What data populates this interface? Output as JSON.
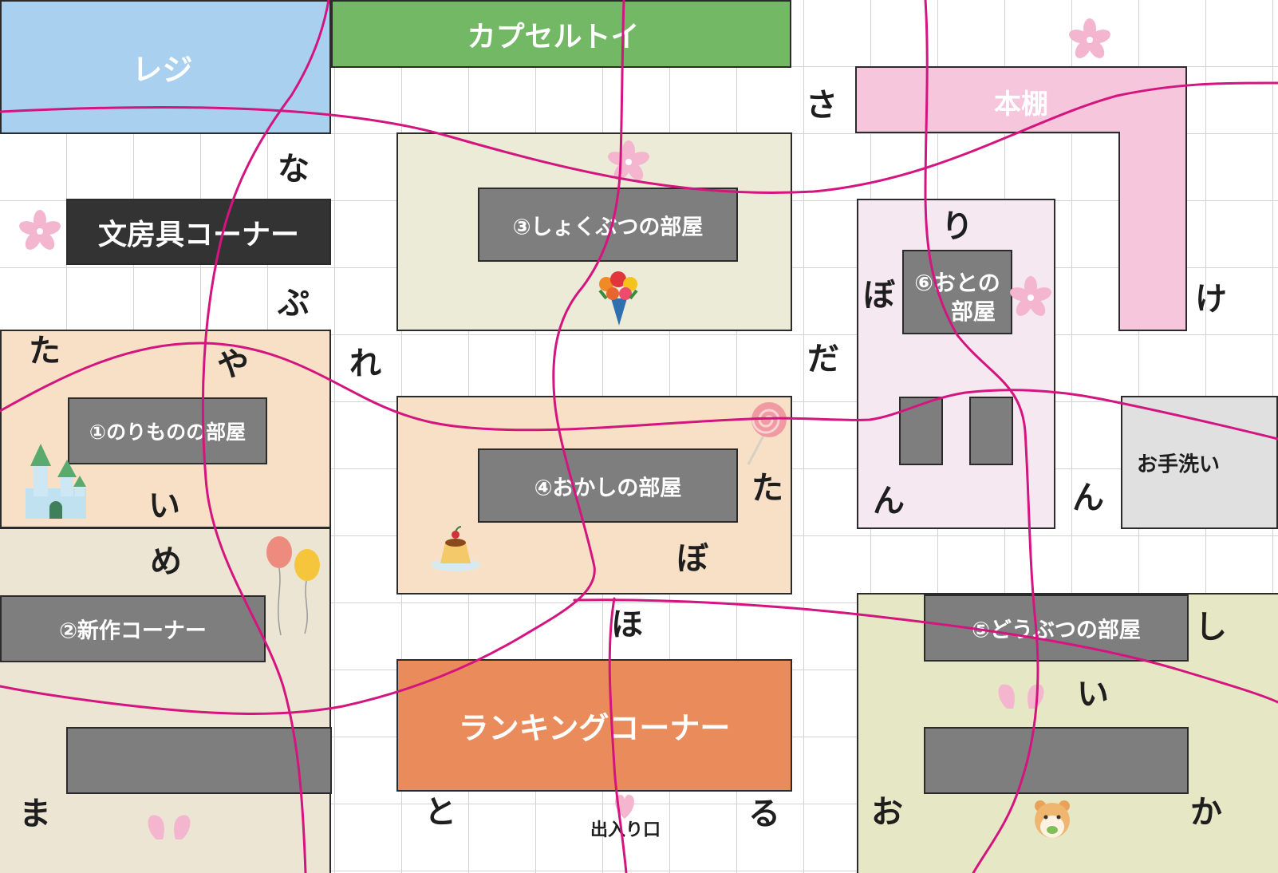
{
  "areas": {
    "register": "レジ",
    "capsule_toy": "カプセルトイ",
    "bookshelf": "本棚",
    "stationery": "文房具コーナー",
    "room3": "③しょくぶつの部屋",
    "room6_line1": "⑥おとの",
    "room6_line2": "部屋",
    "room1": "①のりものの部屋",
    "room4": "④おかしの部屋",
    "room2": "②新作コーナー",
    "washroom": "お手洗い",
    "room5": "⑤どうぶつの部屋",
    "ranking": "ランキングコーナー",
    "entrance": "出入り口"
  },
  "kana": {
    "sa": "さ",
    "na": "な",
    "pu": "ぷ",
    "ri": "り",
    "bo1": "ぼ",
    "ke": "け",
    "ta1": "た",
    "ya": "や",
    "re": "れ",
    "da": "だ",
    "ta2": "た",
    "n1": "ん",
    "n2": "ん",
    "i1": "い",
    "me": "め",
    "bo2": "ぼ",
    "ho": "ほ",
    "shi": "し",
    "i2": "い",
    "ma": "ま",
    "to": "と",
    "ru": "る",
    "o": "お",
    "ka": "か"
  },
  "colors": {
    "register": "#a9d0ee",
    "capsule": "#72b865",
    "bookshelf": "#f5c6dc",
    "stationery": "#333333",
    "plant_room": "#ecebd8",
    "vehicle_room": "#f8e0c6",
    "snack_room": "#f8e0c6",
    "new_room": "#ece5d4",
    "music_room": "#f6e8f1",
    "washroom": "#e0e0e0",
    "animal_room": "#e6e8c5",
    "ranking": "#e98b5b",
    "shelf": "#7e7e7e",
    "route": "#d4147f",
    "sakura": "#f4b6cf"
  },
  "icons": [
    "sakura-icon",
    "bouquet-icon",
    "castle-icon",
    "lollipop-icon",
    "balloons-icon",
    "pudding-icon",
    "hearts-icon",
    "hamster-icon"
  ]
}
